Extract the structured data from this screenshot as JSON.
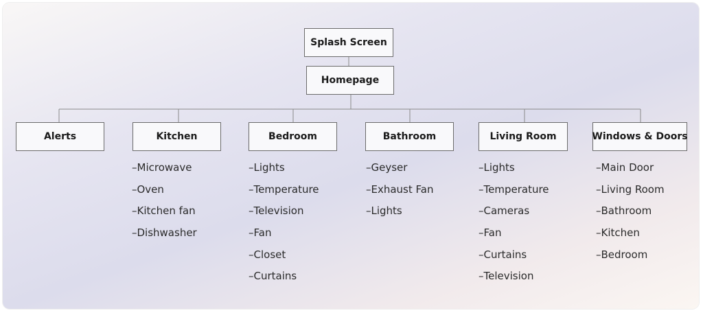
{
  "root": {
    "label": "Splash Screen"
  },
  "home": {
    "label": "Homepage"
  },
  "item_prefix": "–",
  "categories": [
    {
      "label": "Alerts",
      "items": []
    },
    {
      "label": "Kitchen",
      "items": [
        "Microwave",
        "Oven",
        "Kitchen fan",
        "Dishwasher"
      ]
    },
    {
      "label": "Bedroom",
      "items": [
        "Lights",
        "Temperature",
        "Television",
        "Fan",
        "Closet",
        "Curtains"
      ]
    },
    {
      "label": "Bathroom",
      "items": [
        "Geyser",
        "Exhaust Fan",
        "Lights"
      ]
    },
    {
      "label": "Living Room",
      "items": [
        "Lights",
        "Temperature",
        "Cameras",
        "Fan",
        "Curtains",
        "Television"
      ]
    },
    {
      "label": "Windows & Doors",
      "items": [
        "Main Door",
        "Living Room",
        "Bathroom",
        "Kitchen",
        "Bedroom"
      ]
    }
  ]
}
